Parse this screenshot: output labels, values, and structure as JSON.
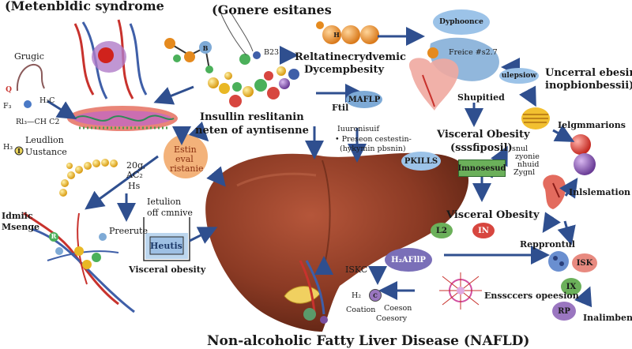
{
  "title": "Non-alcoholic Fatty Liver Disease (NAFLD)",
  "colors": {
    "liver": "#8b3a24",
    "liver_light": "#b5563a",
    "arrow": "#2f4f8f",
    "vessel_red": "#c8322d",
    "vessel_blue": "#3f5fa8",
    "fat_yellow": "#e9b825",
    "badge_blue": "#7eaad6",
    "badge_green": "#6bb05a",
    "badge_red": "#d7463f",
    "badge_purple": "#7a4fa0"
  },
  "labels": {
    "metabolic_syndrome": "(Metenbldic syndrome",
    "gonere_esitanes": "(Gonere esitanes",
    "reltatine": "Reltatinecrydvemic",
    "dycempbesity": "Dycempbesity",
    "insulin_resistance_1": "Insullin reslitanin",
    "insulin_resistance_2": "neten of ayntisenne",
    "grugic": "Grugic",
    "h3c": "H₃C",
    "f3": "F₃",
    "rb": "Rl₃—CH C2",
    "leudlion": "Leudlion",
    "uustance": "Uustance",
    "h3": "H₃",
    "estin_1": "Estin",
    "estin_2": "eval",
    "estin_3": "ristanie",
    "acs_1": "20g,",
    "acs_2": "AC₂",
    "hs": "Hs",
    "idmiic": "Idmiic",
    "msenge": "Msenge",
    "ietulion_1": "Ietulion",
    "ietulion_2": "off cmnive",
    "preerute": "Preerute",
    "heutis": "Heutis",
    "visceral_obesity_left": "Visceral obesity",
    "ftil": "Ftil",
    "maflp": "MAFLP",
    "iuuronisuif": "Iuuronisuif",
    "preseon": "• Preseon cestestin-",
    "hykymin": "(hykymin pbsnin)",
    "dyphoonce": "Dyphoonce",
    "freice": "Freice #s2.7",
    "ulepsiow": "ulepsiow",
    "uncerral_1": "Uncerral ebesim",
    "uncerral_2": "inopbionbessii)",
    "shupitied": "Shupitied",
    "visceral_obesity_mid_1": "Visceral Obesity",
    "visceral_obesity_mid_2": "(sssfiposil)",
    "pkills": "PKILLS",
    "imnosesud": "Imnosesud",
    "snul": "snul",
    "zyonie": "zyonie",
    "nhuid": "nhuid",
    "zygnl": "Zygnl",
    "ielgmmarions": "Ielgmmarions",
    "inlslemation": "Inlslemation",
    "visceral_obesity_low": "Visceral Obesity",
    "l2": "L2",
    "in": "IN",
    "repprontul": "Repprontul",
    "isk": "ISK",
    "ix": "IX",
    "rp": "RP",
    "inalimbenis": "Inalimbenis",
    "iskc": "ISKC",
    "h2afllp": "H₂AFllP",
    "enssccers": "Enssccers opeesion",
    "h2": "H₂",
    "coation": "Coation",
    "coeson": "Coeson",
    "coesory": "Coesory",
    "c_letter": "C",
    "h_letter": "H",
    "q_letter": "Q",
    "r_letter": "R",
    "b_letter": "B",
    "t_letter": "I",
    "b23": "B23"
  }
}
